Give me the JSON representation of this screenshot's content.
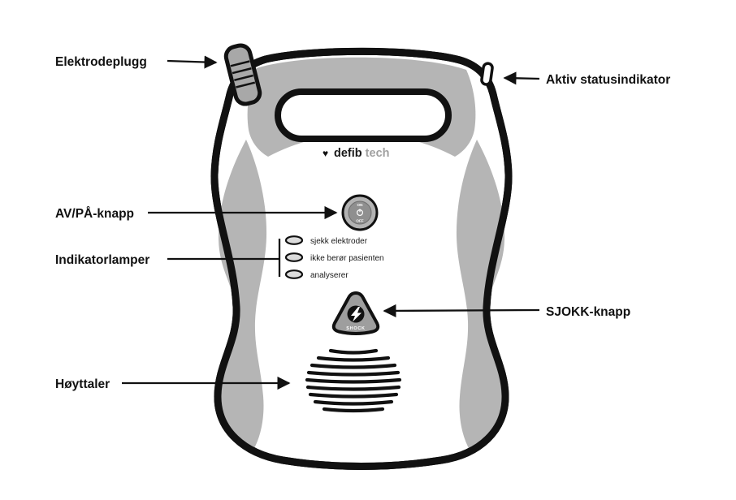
{
  "callouts": {
    "electrode_plug": "Elektrodeplugg",
    "status_indicator": "Aktiv statusindikator",
    "power_button": "AV/PÅ-knapp",
    "indicator_lamps": "Indikatorlamper",
    "shock_button": "SJOKK-knapp",
    "speaker": "Høyttaler"
  },
  "device": {
    "brand": {
      "heart_icon": "♥",
      "defib": "defib",
      "tech": "tech"
    },
    "power_button": {
      "on_label": "ON",
      "off_label": "OFF"
    },
    "shock_button": {
      "label": "SHOCK"
    },
    "lamps": {
      "labels": [
        "sjekk elektroder",
        "ikke berør pasienten",
        "analyserer"
      ]
    }
  },
  "colors": {
    "ink": "#111111",
    "panel_gray": "#b5b5b5",
    "plug_gray": "#a8a8a8",
    "button_gray": "#9e9e9e",
    "power_inner_gray": "#8f8f8f",
    "brand_tech_gray": "#a0a0a0",
    "background": "#ffffff"
  }
}
